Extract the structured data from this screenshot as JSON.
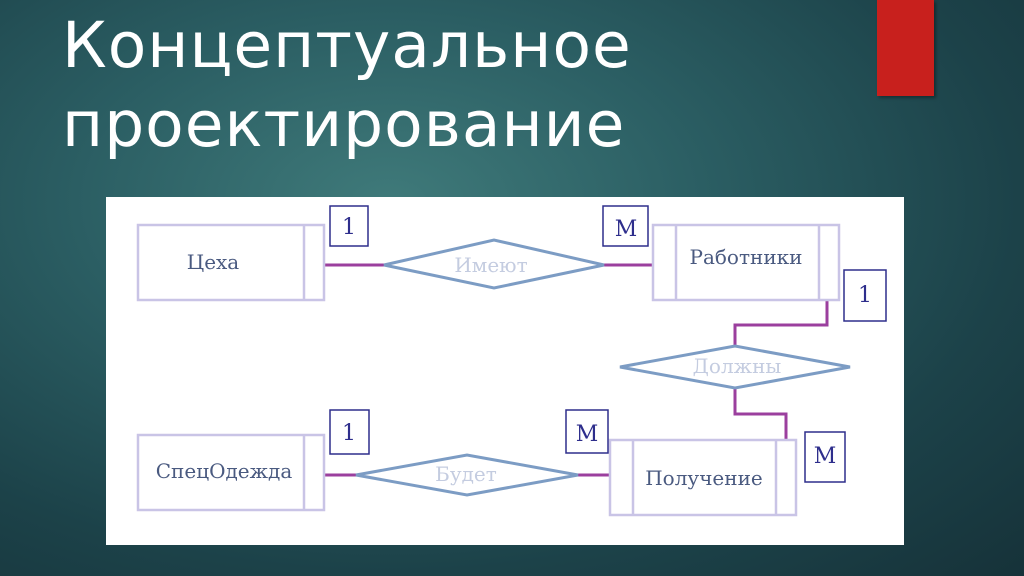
{
  "slide": {
    "title_line1": "Концептуальное",
    "title_line2": "проектирование",
    "accent_color": "#c8201d"
  },
  "diagram": {
    "entities": {
      "workshops": "Цеха",
      "workers": "Работники",
      "workwear": "СпецОдежда",
      "receipt": "Получение"
    },
    "relationships": {
      "have": "Имеют",
      "must": "Должны",
      "will_be": "Будет"
    },
    "cardinalities": {
      "workshops_have": "1",
      "workers_have": "М",
      "workers_must": "1",
      "receipt_must": "М",
      "workwear_will_be": "1",
      "receipt_will_be": "М"
    },
    "colors": {
      "entity_border": "#c9c4e6",
      "diamond_border": "#7c9cc4",
      "connector": "#9b3f9e",
      "cardinality_box": "#2e2e8c",
      "entity_text": "#4a5a80",
      "relationship_text": "#c4cce0"
    }
  }
}
